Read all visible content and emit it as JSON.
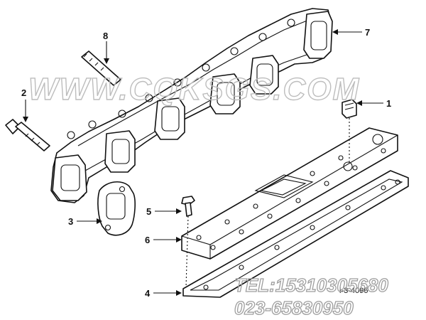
{
  "diagram": {
    "callouts": [
      {
        "id": "1",
        "label": "1"
      },
      {
        "id": "2",
        "label": "2"
      },
      {
        "id": "3",
        "label": "3"
      },
      {
        "id": "4",
        "label": "4"
      },
      {
        "id": "5",
        "label": "5"
      },
      {
        "id": "6",
        "label": "6"
      },
      {
        "id": "7",
        "label": "7"
      },
      {
        "id": "8",
        "label": "8"
      }
    ],
    "drawing_number": "l-3-4096"
  },
  "watermark": {
    "site": "WWW.CQKSGS.COM",
    "tel": "TEL:15310305680",
    "phone": "023-65830950"
  }
}
